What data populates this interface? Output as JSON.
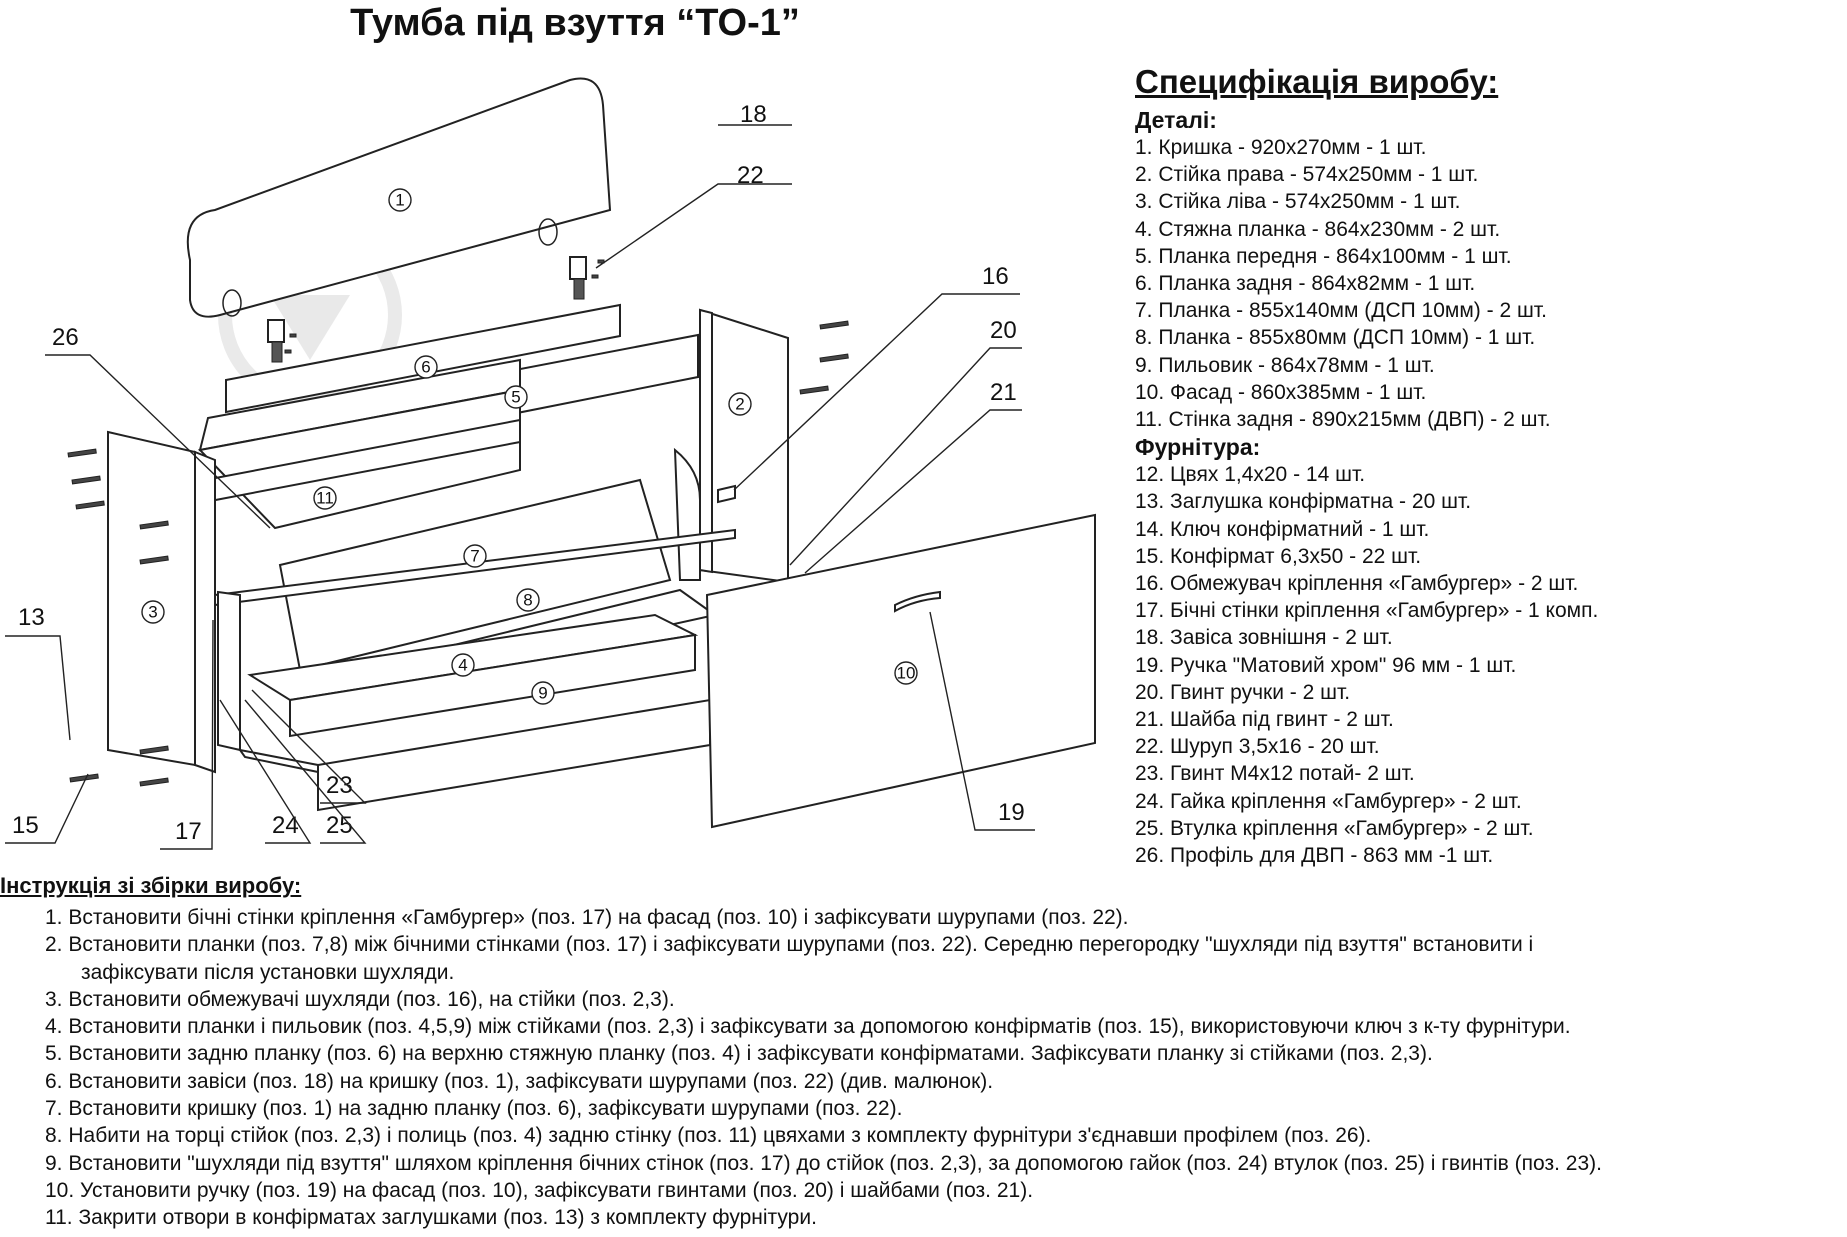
{
  "title": "Тумба під взуття “ТО-1”",
  "specification": {
    "heading": "Специфікація виробу:",
    "details_heading": "Деталі:",
    "details": [
      "1. Кришка - 920x270мм - 1 шт.",
      "2. Стійка права - 574x250мм - 1 шт.",
      "3. Стійка ліва - 574x250мм - 1 шт.",
      "4. Стяжна планка - 864x230мм - 2 шт.",
      "5. Планка передня - 864x100мм - 1 шт.",
      "6. Планка задня - 864x82мм - 1 шт.",
      "7. Планка - 855x140мм (ДСП 10мм) - 2 шт.",
      "8. Планка - 855x80мм (ДСП 10мм) - 1 шт.",
      "9. Пильовик - 864x78мм - 1 шт.",
      "10. Фасад - 860x385мм - 1 шт.",
      "11. Стінка задня - 890x215мм (ДВП) - 2 шт."
    ],
    "hardware_heading": "Фурнітура:",
    "hardware": [
      "12. Цвях 1,4x20 - 14 шт.",
      "13. Заглушка конфірматна - 20 шт.",
      "14. Ключ конфірматний - 1 шт.",
      "15. Конфірмат 6,3x50 - 22 шт.",
      "16. Обмежувач кріплення «Гамбургер» - 2 шт.",
      "17. Бічні стінки кріплення «Гамбургер» - 1 комп.",
      "18. Завіса зовнішня - 2 шт.",
      "19. Ручка \"Матовий хром\" 96 мм - 1 шт.",
      "20. Гвинт ручки - 2 шт.",
      "21. Шайба під гвинт - 2 шт.",
      "22. Шуруп 3,5x16 - 20 шт.",
      "23. Гвинт М4x12 потай- 2 шт.",
      "24. Гайка кріплення «Гамбургер» - 2 шт.",
      "25. Втулка кріплення «Гамбургер» - 2 шт.",
      "26. Профіль для ДВП - 863 мм -1 шт."
    ]
  },
  "instructions": {
    "heading": "Інструкція зі збірки виробу:",
    "steps": [
      {
        "main": "1. Встановити бічні стінки кріплення «Гамбургер» (поз. 17) на фасад (поз. 10) і зафіксувати шурупами (поз. 22).",
        "cont": ""
      },
      {
        "main": "2. Встановити планки (поз. 7,8) між бічними стінками (поз. 17) і зафіксувати шурупами (поз. 22). Середню перегородку \"шухляди під взуття\" встановити і",
        "cont": "зафіксувати після установки шухляди."
      },
      {
        "main": "3. Встановити обмежувачі шухляди (поз. 16), на стійки (поз. 2,3).",
        "cont": ""
      },
      {
        "main": "4. Встановити планки і пильовик (поз. 4,5,9) між стійками (поз. 2,3) і зафіксувати за допомогою конфірматів (поз. 15), використовуючи ключ з к-ту фурнітури.",
        "cont": ""
      },
      {
        "main": "5. Встановити задню планку (поз. 6) на верхню стяжную планку (поз. 4) і зафіксувати конфірматами. Зафіксувати планку зі стійками (поз. 2,3).",
        "cont": ""
      },
      {
        "main": "6. Встановити завіси (поз. 18) на кришку (поз. 1), зафіксувати шурупами (поз. 22) (див. малюнок).",
        "cont": ""
      },
      {
        "main": "7. Встановити кришку (поз. 1) на задню планку (поз. 6), зафіксувати шурупами (поз. 22).",
        "cont": ""
      },
      {
        "main": "8. Набити на торці стійок (поз. 2,3) і полиць (поз. 4) задню стінку (поз. 11) цвяхами з комплекту фурнітури з'єднавши профілем (поз. 26).",
        "cont": ""
      },
      {
        "main": "9. Встановити \"шухляди під взуття\" шляхом кріплення бічних стінок (поз. 17) до стійок (поз. 2,3), за допомогою гайок (поз. 24) втулок (поз. 25) і гвинтів (поз. 23).",
        "cont": ""
      },
      {
        "main": "10. Установити ручку (поз. 19) на фасад (поз. 10), зафіксувати гвинтами (поз. 20) і шайбами (поз. 21).",
        "cont": ""
      },
      {
        "main": "11. Закрити отвори в конфірматах заглушками (поз. 13) з комплекту фурнітури.",
        "cont": ""
      }
    ]
  },
  "diagram": {
    "part_markers": [
      "1",
      "2",
      "3",
      "4",
      "5",
      "6",
      "7",
      "8",
      "9",
      "10",
      "11"
    ],
    "callouts": [
      "18",
      "22",
      "16",
      "20",
      "21",
      "26",
      "13",
      "15",
      "17",
      "24",
      "25",
      "23",
      "19"
    ]
  }
}
